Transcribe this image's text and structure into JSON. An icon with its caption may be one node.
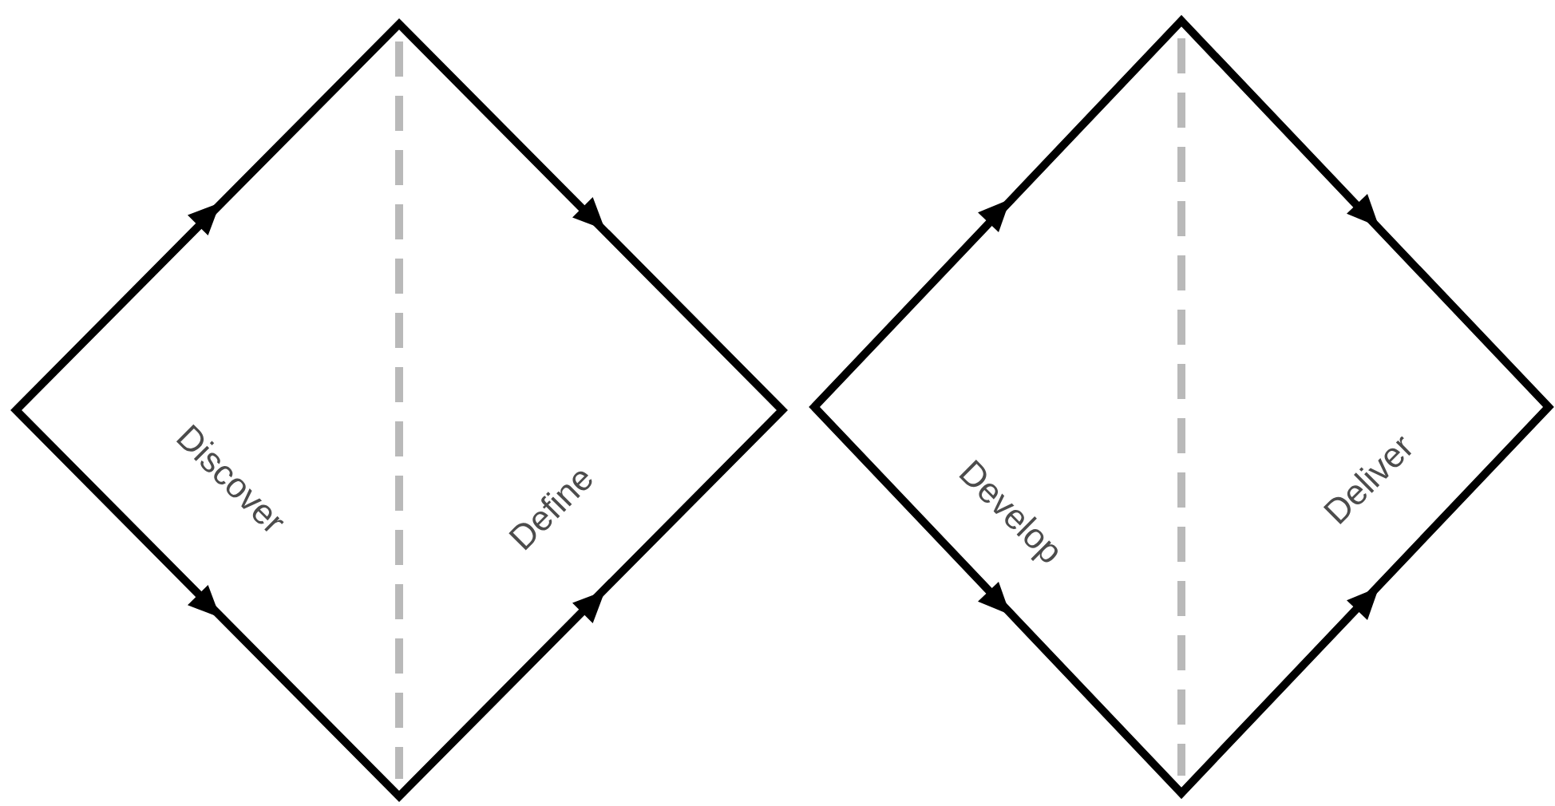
{
  "diagram": {
    "nodes": [
      {
        "text": [
          "Discover",
          "Define"
        ]
      },
      {
        "text": [
          "Develop",
          "Deliver"
        ]
      }
    ]
  }
}
